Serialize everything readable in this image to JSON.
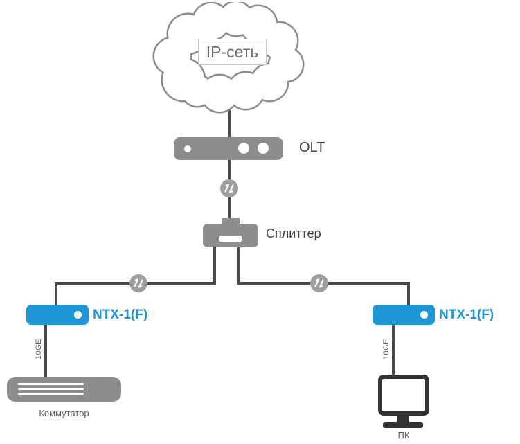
{
  "cloud": {
    "label": "IP-сеть"
  },
  "olt": {
    "label": "OLT"
  },
  "splitter": {
    "label": "Сплиттер"
  },
  "ntx_left": {
    "label": "NTX-1(F)"
  },
  "ntx_right": {
    "label": "NTX-1(F)"
  },
  "uplink_left": {
    "label": "10GE"
  },
  "uplink_right": {
    "label": "10GE"
  },
  "switch": {
    "label": "Коммутатор"
  },
  "pc": {
    "label": "ПК"
  },
  "colors": {
    "device_gray": "#8d8d8d",
    "accent_blue": "#1e95d4",
    "line_dark": "#4a4a4a",
    "monitor_dark": "#333333"
  }
}
